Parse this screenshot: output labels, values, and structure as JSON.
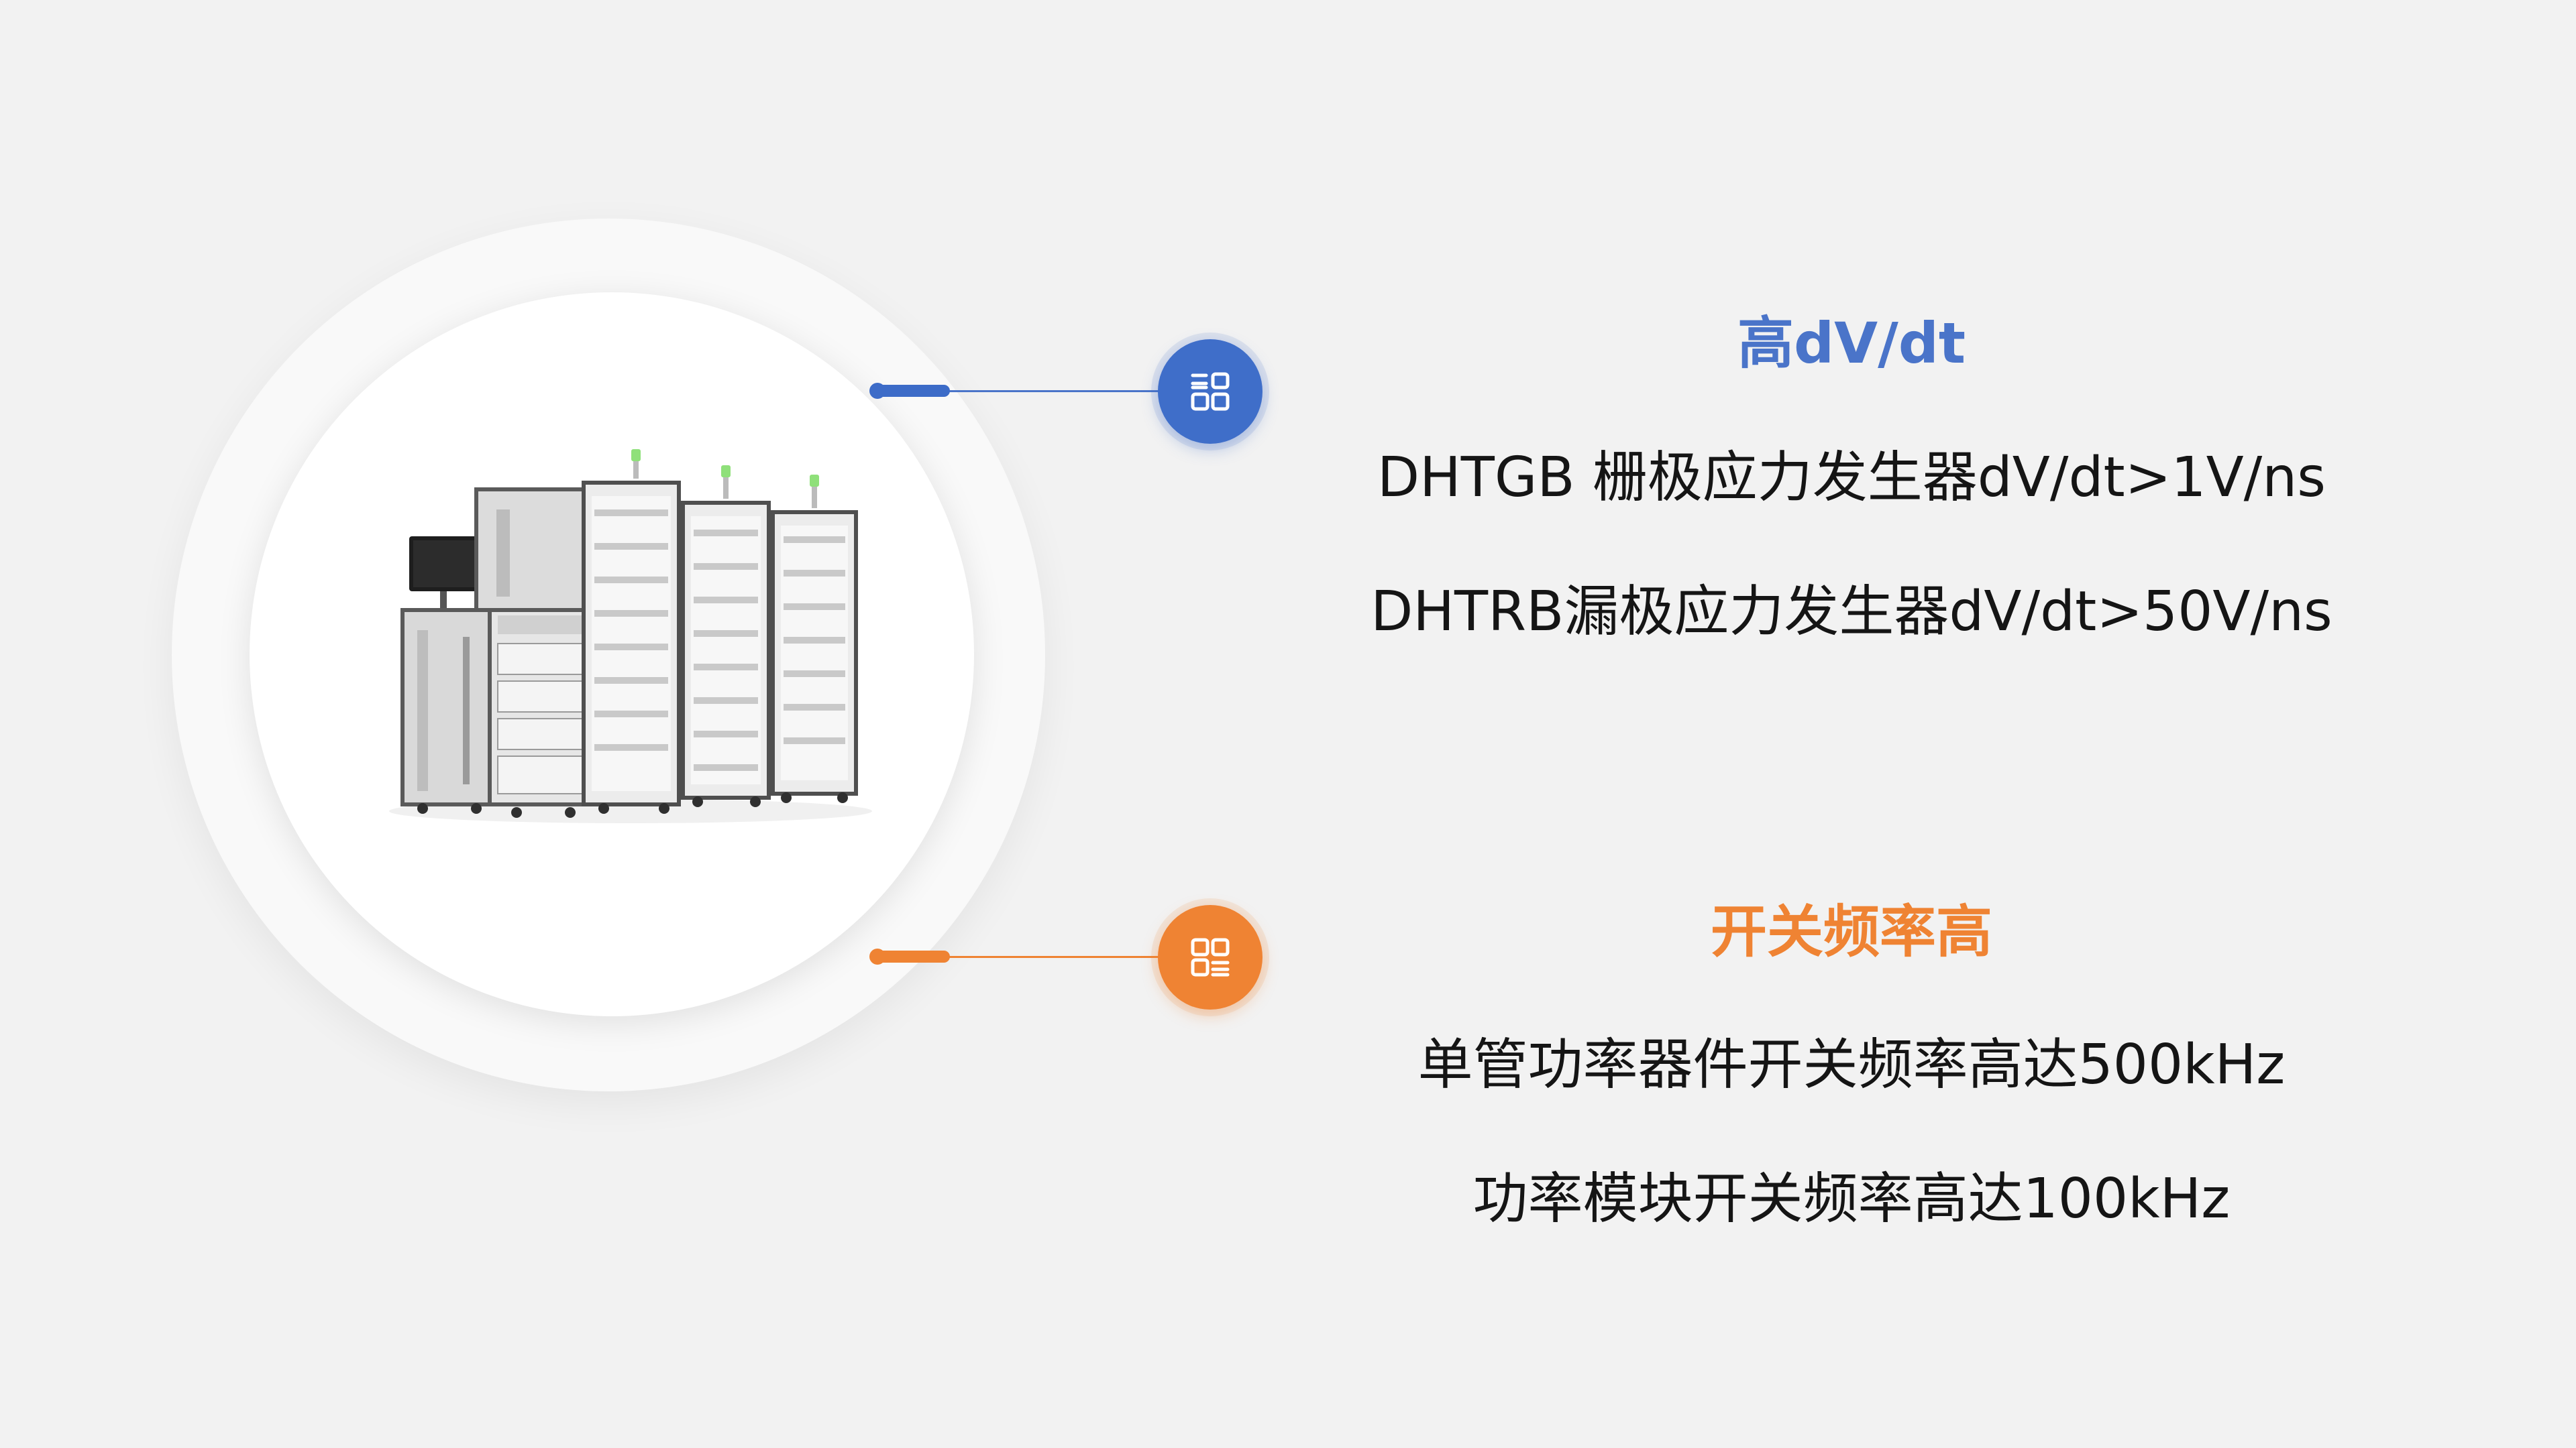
{
  "colors": {
    "background": "#f2f2f2",
    "accent_blue": "#4a74c9",
    "accent_orange": "#ef8333",
    "text": "#151515"
  },
  "product": {
    "image_icon": "server-cabinet-equipment-icon"
  },
  "features": [
    {
      "heading": "高dV/dt",
      "icon": "grid-apps-icon",
      "lines": [
        "DHTGB 栅极应力发生器dV/dt>1V/ns",
        "DHTRB漏极应力发生器dV/dt>50V/ns"
      ]
    },
    {
      "heading": "开关频率高",
      "icon": "grid-list-icon",
      "lines": [
        "单管功率器件开关频率高达500kHz",
        "功率模块开关频率高达100kHz"
      ]
    }
  ]
}
